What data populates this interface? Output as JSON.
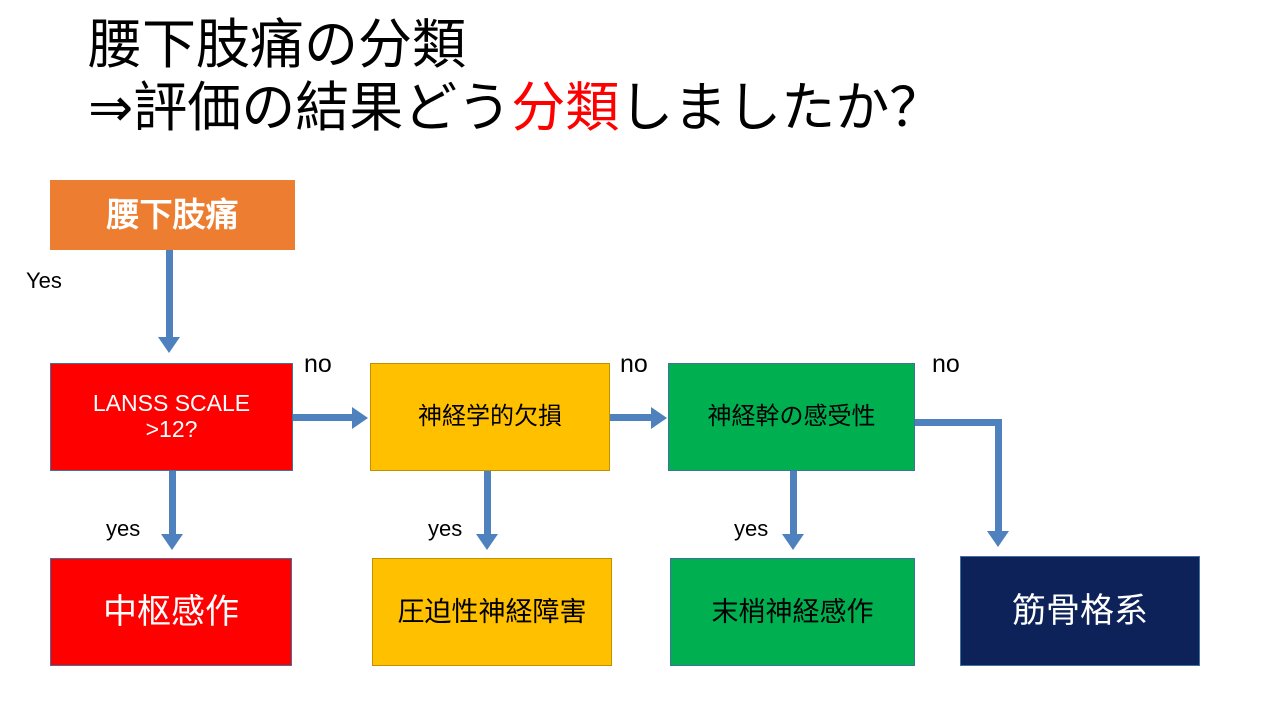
{
  "slide": {
    "background_color": "#ffffff",
    "title": {
      "line1": "腰下肢痛の分類",
      "line2_pre": "⇒評価の結果どう",
      "line2_highlight": "分類",
      "line2_post": "しましたか？",
      "highlight_color": "#ff0000",
      "text_color": "#000000"
    }
  },
  "flowchart": {
    "type": "decision-tree",
    "start_node": {
      "label": "腰下肢痛",
      "fill": "#ed7d31",
      "text_color": "#ffffff"
    },
    "decisions": [
      {
        "id": "lanss",
        "label_line1": "LANSS SCALE",
        "label_line2": ">12?",
        "fill": "#ff0000",
        "text_color": "#ffffff",
        "yes_label": "yes",
        "no_label": "no"
      },
      {
        "id": "neuro-deficit",
        "label_line1": "神経学的欠損",
        "label_line2": "",
        "fill": "#ffc000",
        "text_color": "#000000",
        "yes_label": "yes",
        "no_label": "no"
      },
      {
        "id": "nerve-trunk-sensitivity",
        "label_line1": "神経幹の感受性",
        "label_line2": "",
        "fill": "#00b050",
        "text_color": "#000000",
        "yes_label": "yes",
        "no_label": "no"
      }
    ],
    "entry_edge_label": "Yes",
    "outcomes": [
      {
        "id": "central-sensitization",
        "label": "中枢感作",
        "fill": "#ff0000",
        "text_color": "#ffffff"
      },
      {
        "id": "compressive-neuropathy",
        "label": "圧迫性神経障害",
        "fill": "#ffc000",
        "text_color": "#000000"
      },
      {
        "id": "peripheral-nerve-sensitization",
        "label": "末梢神経感作",
        "fill": "#00b050",
        "text_color": "#000000"
      },
      {
        "id": "musculoskeletal",
        "label": "筋骨格系",
        "fill": "#0d2259",
        "text_color": "#ffffff"
      }
    ],
    "connector_color": "#4e81bd"
  }
}
